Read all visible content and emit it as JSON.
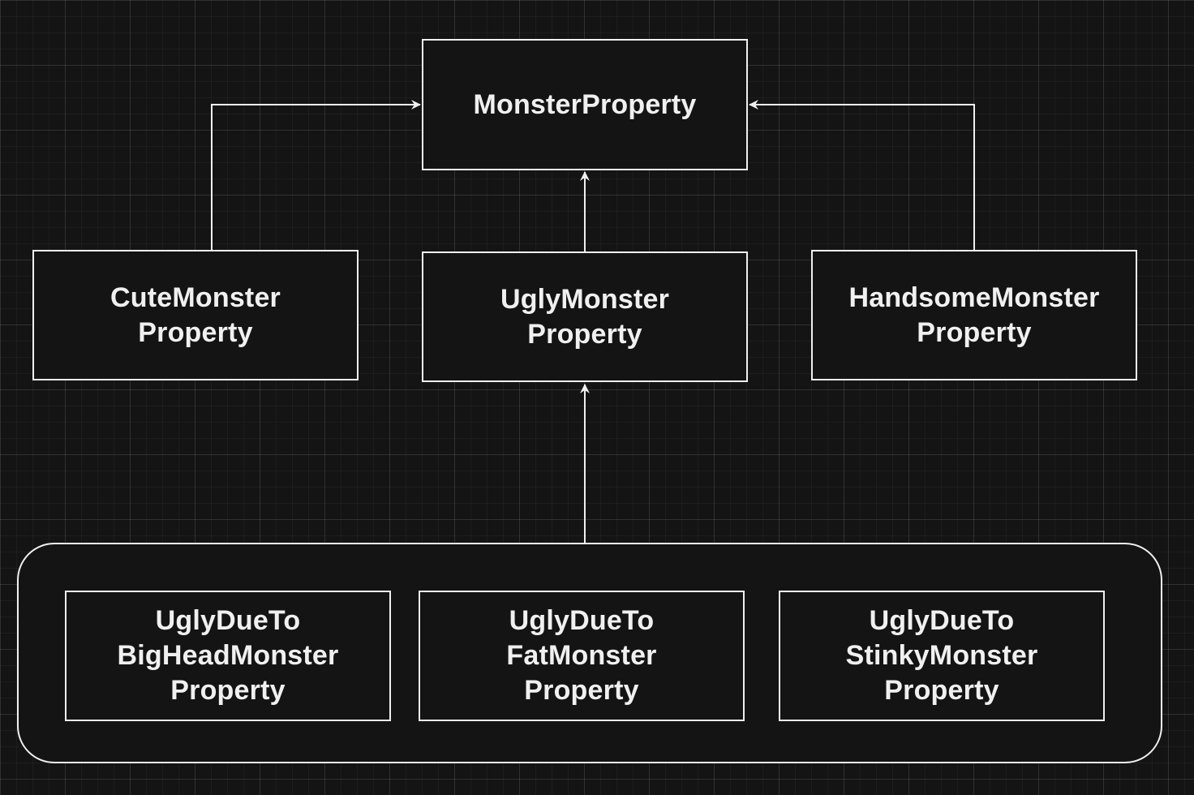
{
  "diagram": {
    "colors": {
      "background": "#141414",
      "stroke": "#f0f0f0",
      "text": "#f0f0f0",
      "grid": "#2a2a2a"
    },
    "nodes": {
      "root": {
        "label": "MonsterProperty"
      },
      "cute": {
        "label": "CuteMonster\nProperty"
      },
      "ugly": {
        "label": "UglyMonster\nProperty"
      },
      "handsome": {
        "label": "HandsomeMonster\nProperty"
      },
      "bighead": {
        "label": "UglyDueTo\nBigHeadMonster\nProperty"
      },
      "fat": {
        "label": "UglyDueTo\nFatMonster\nProperty"
      },
      "stinky": {
        "label": "UglyDueTo\nStinkyMonster\nProperty"
      }
    },
    "edges": [
      {
        "from": "cute",
        "to": "root"
      },
      {
        "from": "ugly",
        "to": "root"
      },
      {
        "from": "handsome",
        "to": "root"
      },
      {
        "from": "ugly-subtypes-group",
        "to": "ugly"
      }
    ]
  }
}
